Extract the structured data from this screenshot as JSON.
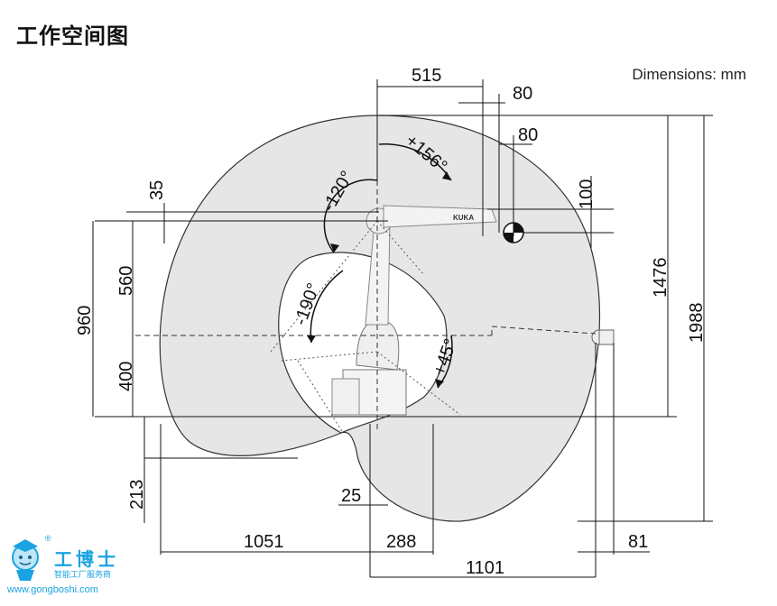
{
  "title": "工作空间图",
  "units_note": "Dimensions: mm",
  "dimensions": {
    "d515": "515",
    "d80_top": "80",
    "d80_mid": "80",
    "d100": "100",
    "d35": "35",
    "d560": "560",
    "d960": "960",
    "d400": "400",
    "d213": "213",
    "d25": "25",
    "d1051": "1051",
    "d288": "288",
    "d1101": "1101",
    "d81": "81",
    "d1476": "1476",
    "d1988": "1988"
  },
  "angles": {
    "a_plus156": "+156°",
    "a_minus120": "-120°",
    "a_minus190": "-190°",
    "a_plus45": "+45°"
  },
  "arm_brand": "KUKA",
  "logo": {
    "name": "工博士",
    "reg": "®",
    "tagline": "智能工厂服务商",
    "url": "www.gongboshi.com"
  }
}
